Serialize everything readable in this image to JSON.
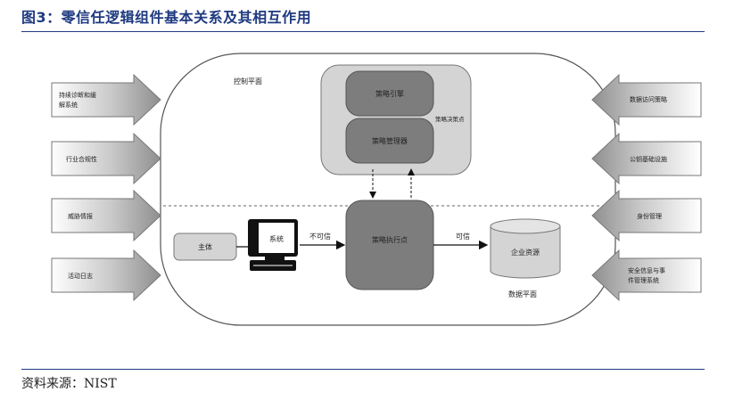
{
  "title": "图3：零信任逻辑组件基本关系及其相互作用",
  "source": "资料来源：NIST",
  "left_boxes": [
    "持续诊断和缓解系统",
    "行业合规性",
    "威胁情报",
    "活动日志"
  ],
  "right_boxes": [
    "数据访问策略",
    "公钥基础设施",
    "身份管理",
    "安全信息与事件管理系统"
  ],
  "control_plane": "控制平面",
  "data_plane": "数据平面",
  "policy_engine": "策略引擎",
  "policy_admin": "策略管理器",
  "policy_decision_point": "策略决策点",
  "policy_enforcement_point": "策略执行点",
  "subject": "主体",
  "system": "系统",
  "untrusted": "不可信",
  "trusted": "可信",
  "enterprise_resource": "企业资源"
}
